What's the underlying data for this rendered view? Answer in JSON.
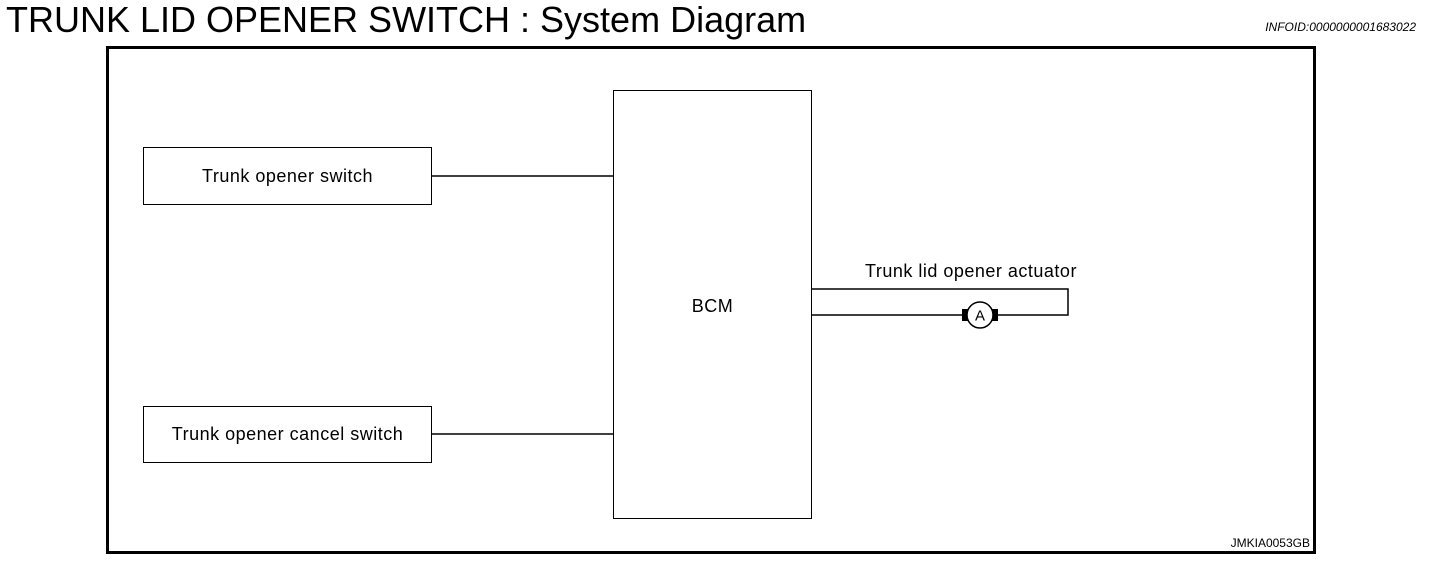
{
  "header": {
    "title": "TRUNK LID OPENER SWITCH : System Diagram",
    "info_id": "INFOID:0000000001683022"
  },
  "diagram": {
    "nodes": {
      "trunk_opener_switch": "Trunk opener switch",
      "trunk_opener_cancel_switch": "Trunk opener cancel switch",
      "bcm": "BCM",
      "actuator_label": "Trunk lid opener actuator",
      "motor_symbol": "A"
    },
    "edges": [
      {
        "from": "Trunk opener switch",
        "to": "BCM"
      },
      {
        "from": "Trunk opener cancel switch",
        "to": "BCM"
      },
      {
        "from": "BCM",
        "to": "Trunk lid opener actuator"
      }
    ],
    "figure_id": "JMKIA0053GB"
  }
}
